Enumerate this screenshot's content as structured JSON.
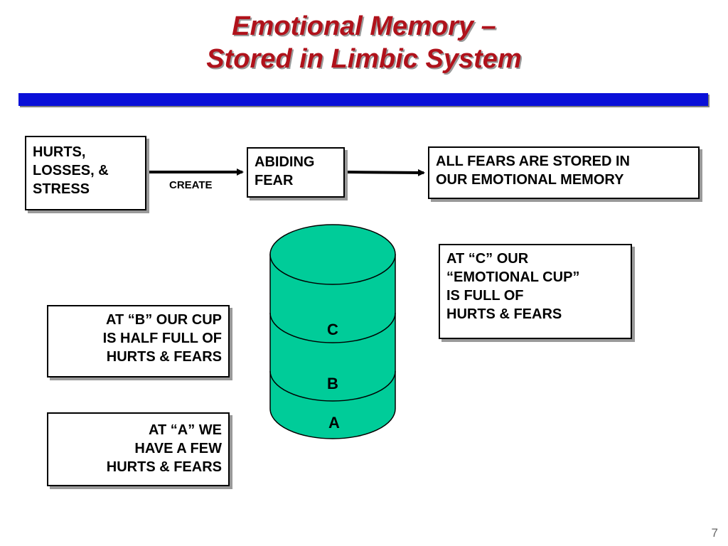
{
  "title": {
    "line1": "Emotional Memory –",
    "line2": "Stored in Limbic System"
  },
  "colors": {
    "title": "#b0121b",
    "rule": "#0a10d8",
    "cylinder_fill": "#00cc99"
  },
  "flow": {
    "source_lines": [
      "HURTS,",
      "LOSSES, &",
      "STRESS"
    ],
    "arrow_label": "CREATE",
    "middle_lines": [
      "ABIDING",
      "FEAR"
    ],
    "target_lines": [
      "ALL FEARS ARE STORED IN",
      "OUR EMOTIONAL MEMORY"
    ]
  },
  "cup": {
    "levels": [
      "C",
      "B",
      "A"
    ],
    "note_c": [
      "AT “C” OUR",
      "“EMOTIONAL CUP”",
      "IS FULL OF",
      "HURTS & FEARS"
    ],
    "note_b": [
      "AT “B” OUR CUP",
      "IS HALF FULL OF",
      "HURTS & FEARS"
    ],
    "note_a": [
      "AT “A” WE",
      "HAVE A FEW",
      "HURTS & FEARS"
    ]
  },
  "page_number": "7"
}
